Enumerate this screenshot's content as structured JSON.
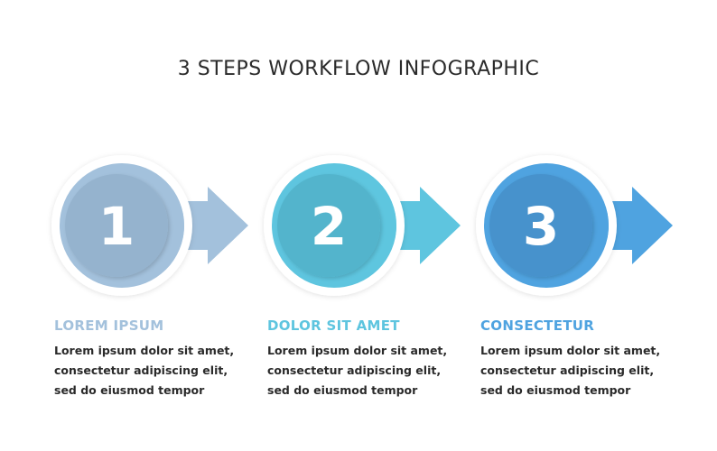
{
  "title": "3 STEPS WORKFLOW INFOGRAPHIC",
  "steps": [
    {
      "number": "1",
      "heading": "LOREM IPSUM",
      "body": "Lorem ipsum dolor sit amet, consectetur adipiscing elit, sed do eiusmod tempor",
      "color": "#a3c1dc",
      "dark": "#95b3ce"
    },
    {
      "number": "2",
      "heading": "DOLOR SIT AMET",
      "body": "Lorem ipsum dolor sit amet, consectetur adipiscing elit, sed do eiusmod tempor",
      "color": "#5ec5df",
      "dark": "#52b4cc"
    },
    {
      "number": "3",
      "heading": "CONSECTETUR",
      "body": "Lorem ipsum dolor sit amet, consectetur adipiscing elit, sed do eiusmod tempor",
      "color": "#4fa3e0",
      "dark": "#4792cc"
    }
  ]
}
